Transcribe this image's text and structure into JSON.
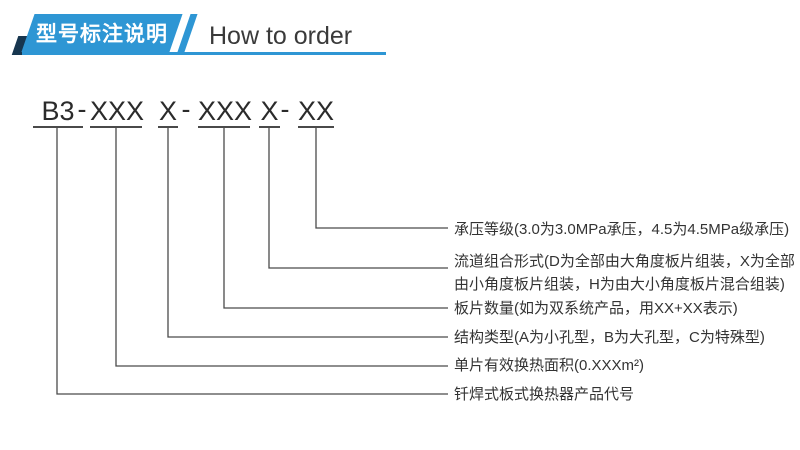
{
  "header": {
    "title_zh": "型号标注说明",
    "title_en": "How to order",
    "accent_color": "#2E96D4",
    "dark_accent_color": "#17364F"
  },
  "model": {
    "separator": "-",
    "segments": [
      {
        "text": "B3"
      },
      {
        "text": "XXX"
      },
      {
        "text": "X"
      },
      {
        "text": "XXX"
      },
      {
        "text": "X"
      },
      {
        "text": "XX"
      }
    ]
  },
  "labels": [
    {
      "text": "承压等级(3.0为3.0MPa承压，4.5为4.5MPa级承压)"
    },
    {
      "text": "流道组合形式(D为全部由大角度板片组装，X为全部\n由小角度板片组装，H为由大小角度板片混合组装)"
    },
    {
      "text": "板片数量(如为双系统产品，用XX+XX表示)"
    },
    {
      "text": "结构类型(A为小孔型，B为大孔型，C为特殊型)"
    },
    {
      "text": "单片有效换热面积(0.XXXm²)"
    },
    {
      "text": "钎焊式板式换热器产品代号"
    }
  ]
}
